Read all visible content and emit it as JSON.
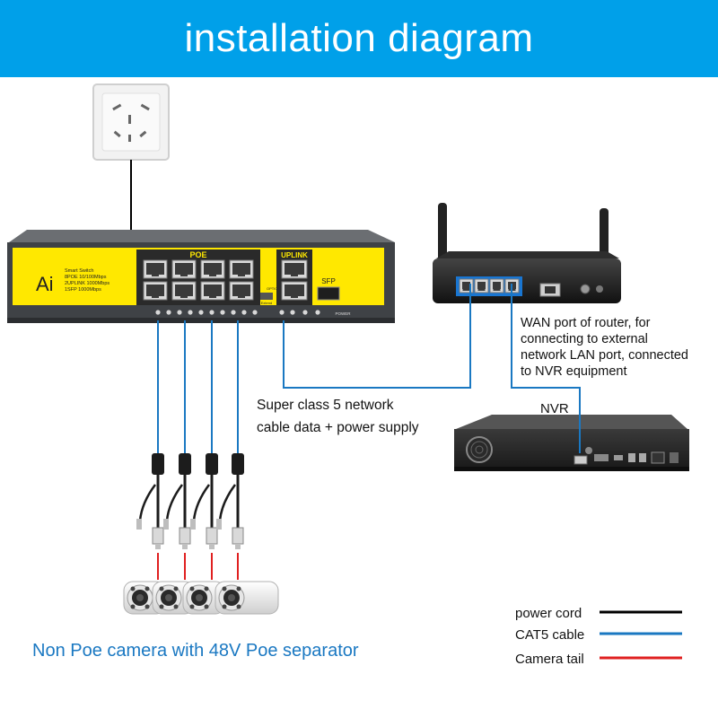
{
  "banner": {
    "title": "installation diagram"
  },
  "switch": {
    "brand": "Ai",
    "spec_lines": [
      "Smart Switch",
      "8POE 10/100Mbps",
      "2UPLINK 1000Mbps",
      "1SFP 1000Mbps"
    ],
    "poe_label": "POE",
    "uplink_label": "UPLINK",
    "sfp_label": "SFP",
    "option_label": "OPTION",
    "extend_label": "Extend",
    "power_label": "POWER"
  },
  "router_note": {
    "lines": [
      "WAN port of router, for",
      "connecting to external",
      "network LAN port, connected",
      "to NVR equipment"
    ]
  },
  "nvr": {
    "label": "NVR"
  },
  "cable_note": {
    "lines": [
      "Super class 5 network",
      "cable data + power supply"
    ]
  },
  "camera_caption": "Non Poe camera with 48V Poe separator",
  "legend": {
    "items": [
      {
        "label": "power cord",
        "color": "#000000"
      },
      {
        "label": "CAT5 cable",
        "color": "#1a78c2"
      },
      {
        "label": "Camera tail",
        "color": "#e02020"
      }
    ]
  },
  "colors": {
    "banner": "#00a0e9",
    "switch_panel": "#ffe800",
    "cat5": "#1a78c2",
    "camera_tail": "#e02020",
    "power": "#000000"
  }
}
